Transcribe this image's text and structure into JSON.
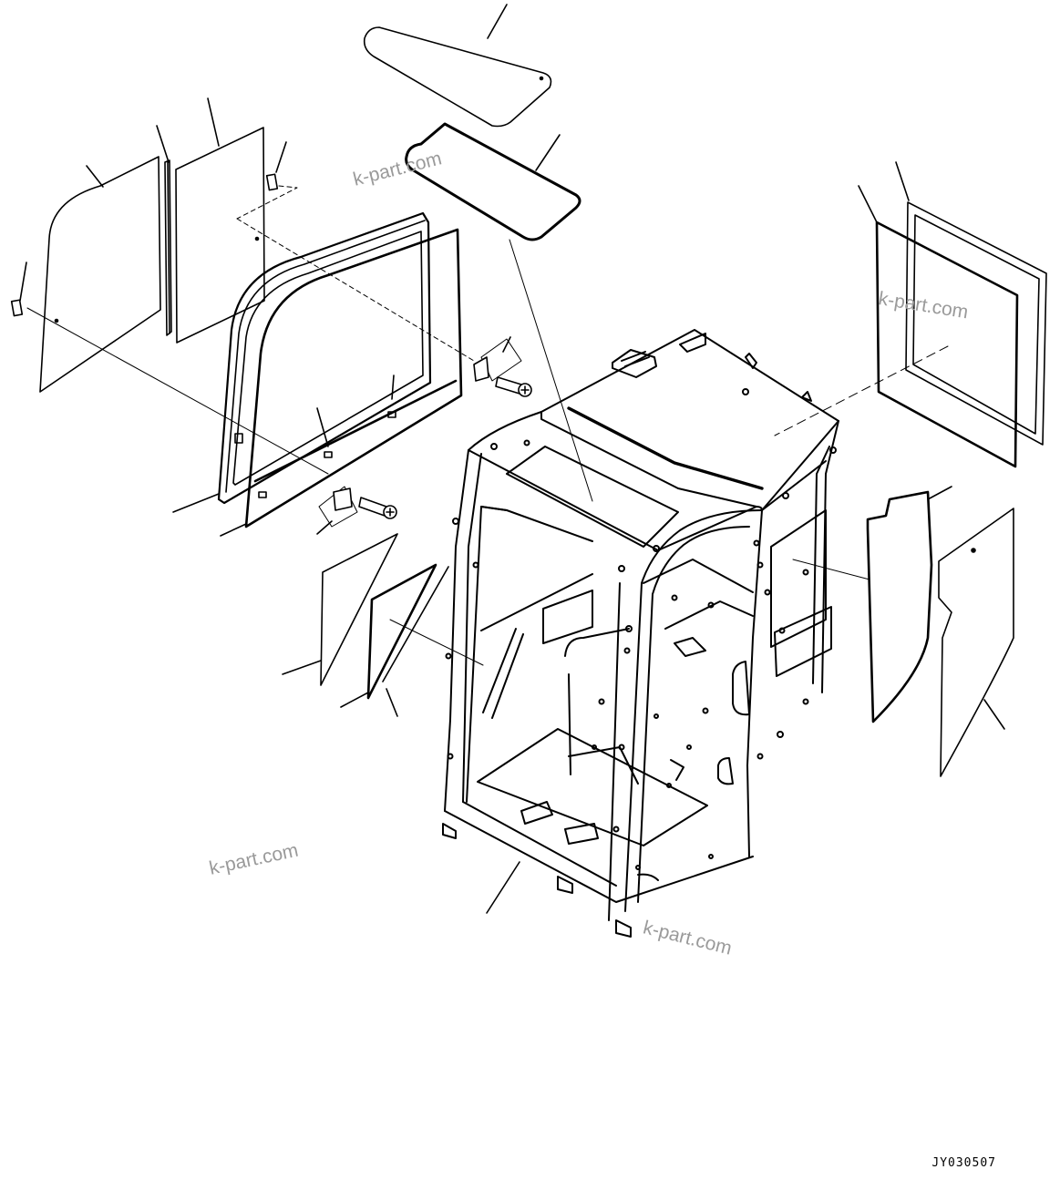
{
  "drawing": {
    "code": "JY030507",
    "watermarks": [
      "k-part.com",
      "k-part.com",
      "k-part.com",
      "k-part.com"
    ],
    "colors": {
      "line": "#000000",
      "background": "#ffffff",
      "watermark": "#9a9a9a"
    }
  }
}
